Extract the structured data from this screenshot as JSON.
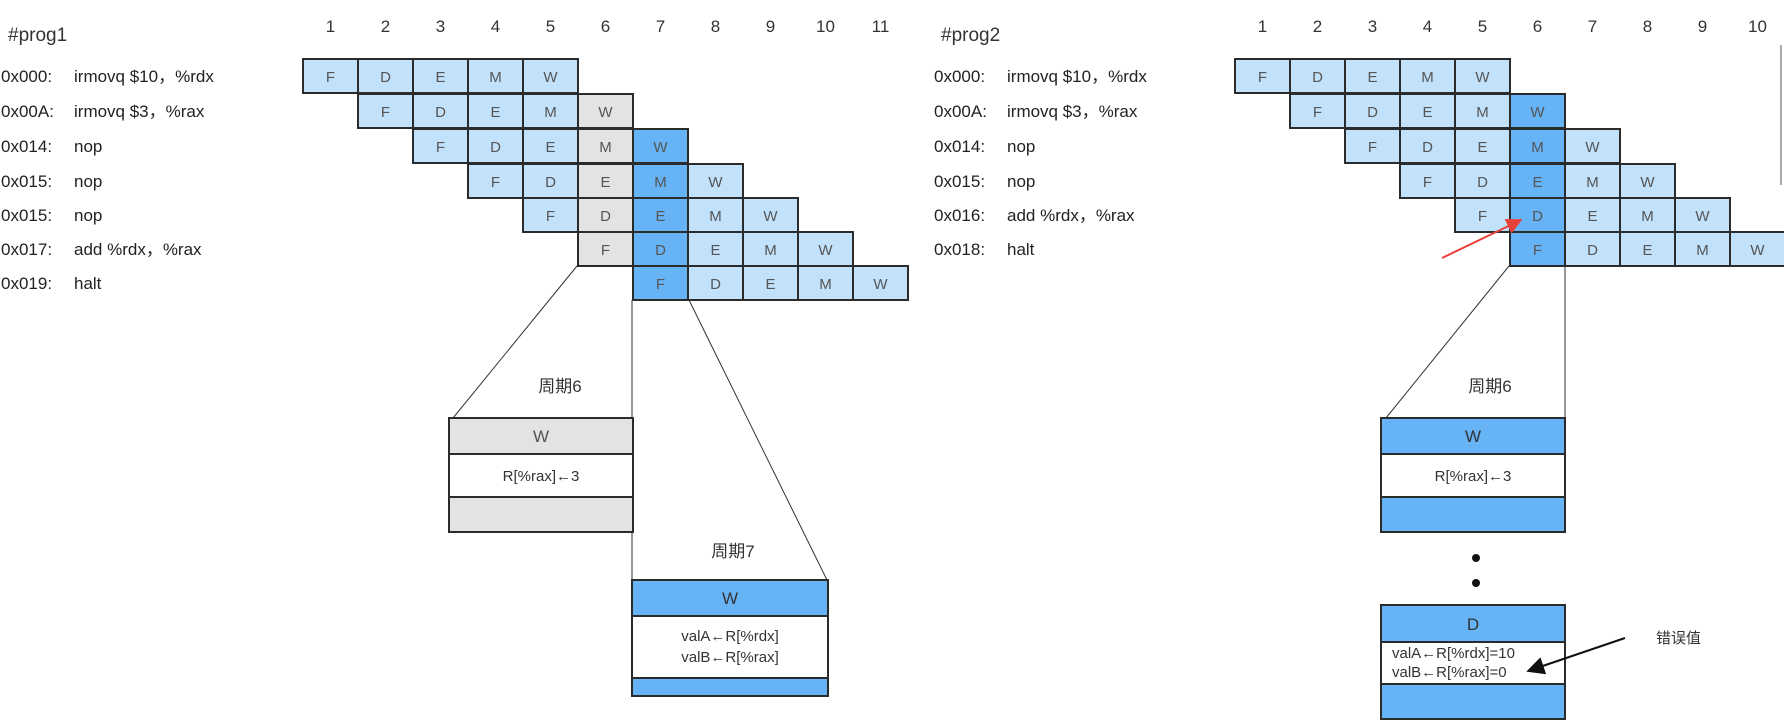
{
  "colors": {
    "light": "#c2e1fb",
    "blue": "#66b3f5",
    "gray": "#e3e3e3",
    "stroke": "#2b2b2b",
    "arrow_red": "#e8413a"
  },
  "prog1": {
    "title": "#prog1",
    "cycles": [
      "1",
      "2",
      "3",
      "4",
      "5",
      "6",
      "7",
      "8",
      "9",
      "10",
      "11"
    ],
    "instructions": [
      {
        "addr": "0x000:",
        "text": "irmovq $10，%rdx",
        "start": 1
      },
      {
        "addr": "0x00A:",
        "text": "irmovq   $3，%rax",
        "start": 2
      },
      {
        "addr": "0x014:",
        "text": "nop",
        "start": 3
      },
      {
        "addr": "0x015:",
        "text": "nop",
        "start": 4
      },
      {
        "addr": "0x015:",
        "text": "nop",
        "start": 5
      },
      {
        "addr": "0x017:",
        "text": "add %rdx，%rax",
        "start": 6
      },
      {
        "addr": "0x019:",
        "text": "halt",
        "start": 7
      }
    ],
    "stages": [
      "F",
      "D",
      "E",
      "M",
      "W"
    ],
    "gray_cycle": 6,
    "blue_cycle": 7,
    "detail_cycle6": {
      "caption": "周期6",
      "header": "W",
      "lines": [
        "R[%rax]←3"
      ]
    },
    "detail_cycle7": {
      "caption": "周期7",
      "header": "W",
      "lines": [
        "valA←R[%rdx]",
        "valB←R[%rax]"
      ]
    }
  },
  "prog2": {
    "title": "#prog2",
    "cycles": [
      "1",
      "2",
      "3",
      "4",
      "5",
      "6",
      "7",
      "8",
      "9",
      "10"
    ],
    "instructions": [
      {
        "addr": "0x000:",
        "text": "irmovq $10，%rdx",
        "start": 1
      },
      {
        "addr": "0x00A:",
        "text": "irmovq   $3，%rax",
        "start": 2
      },
      {
        "addr": "0x014:",
        "text": "nop",
        "start": 3
      },
      {
        "addr": "0x015:",
        "text": "nop",
        "start": 4
      },
      {
        "addr": "0x016:",
        "text": "add %rdx，%rax",
        "start": 5
      },
      {
        "addr": "0x018:",
        "text": "halt",
        "start": 6
      }
    ],
    "stages": [
      "F",
      "D",
      "E",
      "M",
      "W"
    ],
    "blue_cycle": 6,
    "detail_cycle6": {
      "caption": "周期6",
      "header": "W",
      "lines": [
        "R[%rax]←3"
      ]
    },
    "detail_decode": {
      "header": "D",
      "lines": [
        "valA←R[%rdx]=10",
        "valB←R[%rax]=0"
      ]
    },
    "error_label": "错误值"
  }
}
